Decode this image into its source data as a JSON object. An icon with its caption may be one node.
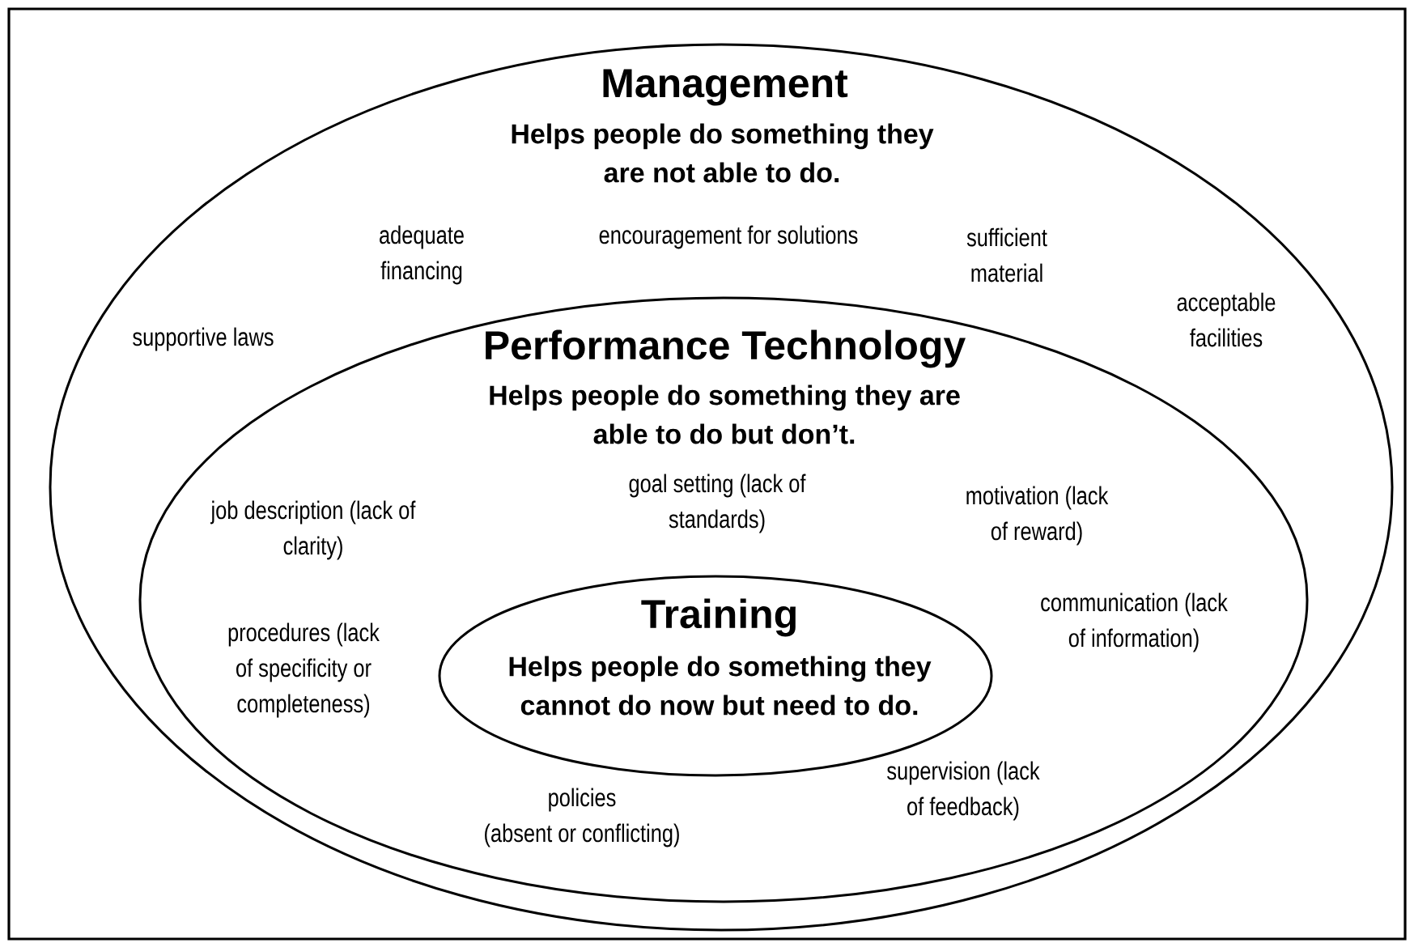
{
  "diagram": {
    "nodes": [
      {
        "text": [
          "Management",
          "Helps people do something they are not able to do."
        ]
      },
      {
        "text": [
          "Performance Technology",
          "Helps people do something they are able to do but don’t."
        ],
        "in": 0
      },
      {
        "text": [
          "Training",
          "Helps people do something they cannot do now but need to do."
        ],
        "in": 1
      }
    ],
    "labels": [
      "encouragement for solutions",
      "adequate financing",
      "sufficient material",
      "acceptable facilities",
      "supportive laws",
      "goal setting (lack of standards)",
      "motivation (lack of reward)",
      "job description (lack of clarity)",
      "communication (lack of information)",
      "procedures (lack of specificity or completeness)",
      "supervision (lack of feedback)",
      "policies (absent or conflicting)"
    ]
  }
}
